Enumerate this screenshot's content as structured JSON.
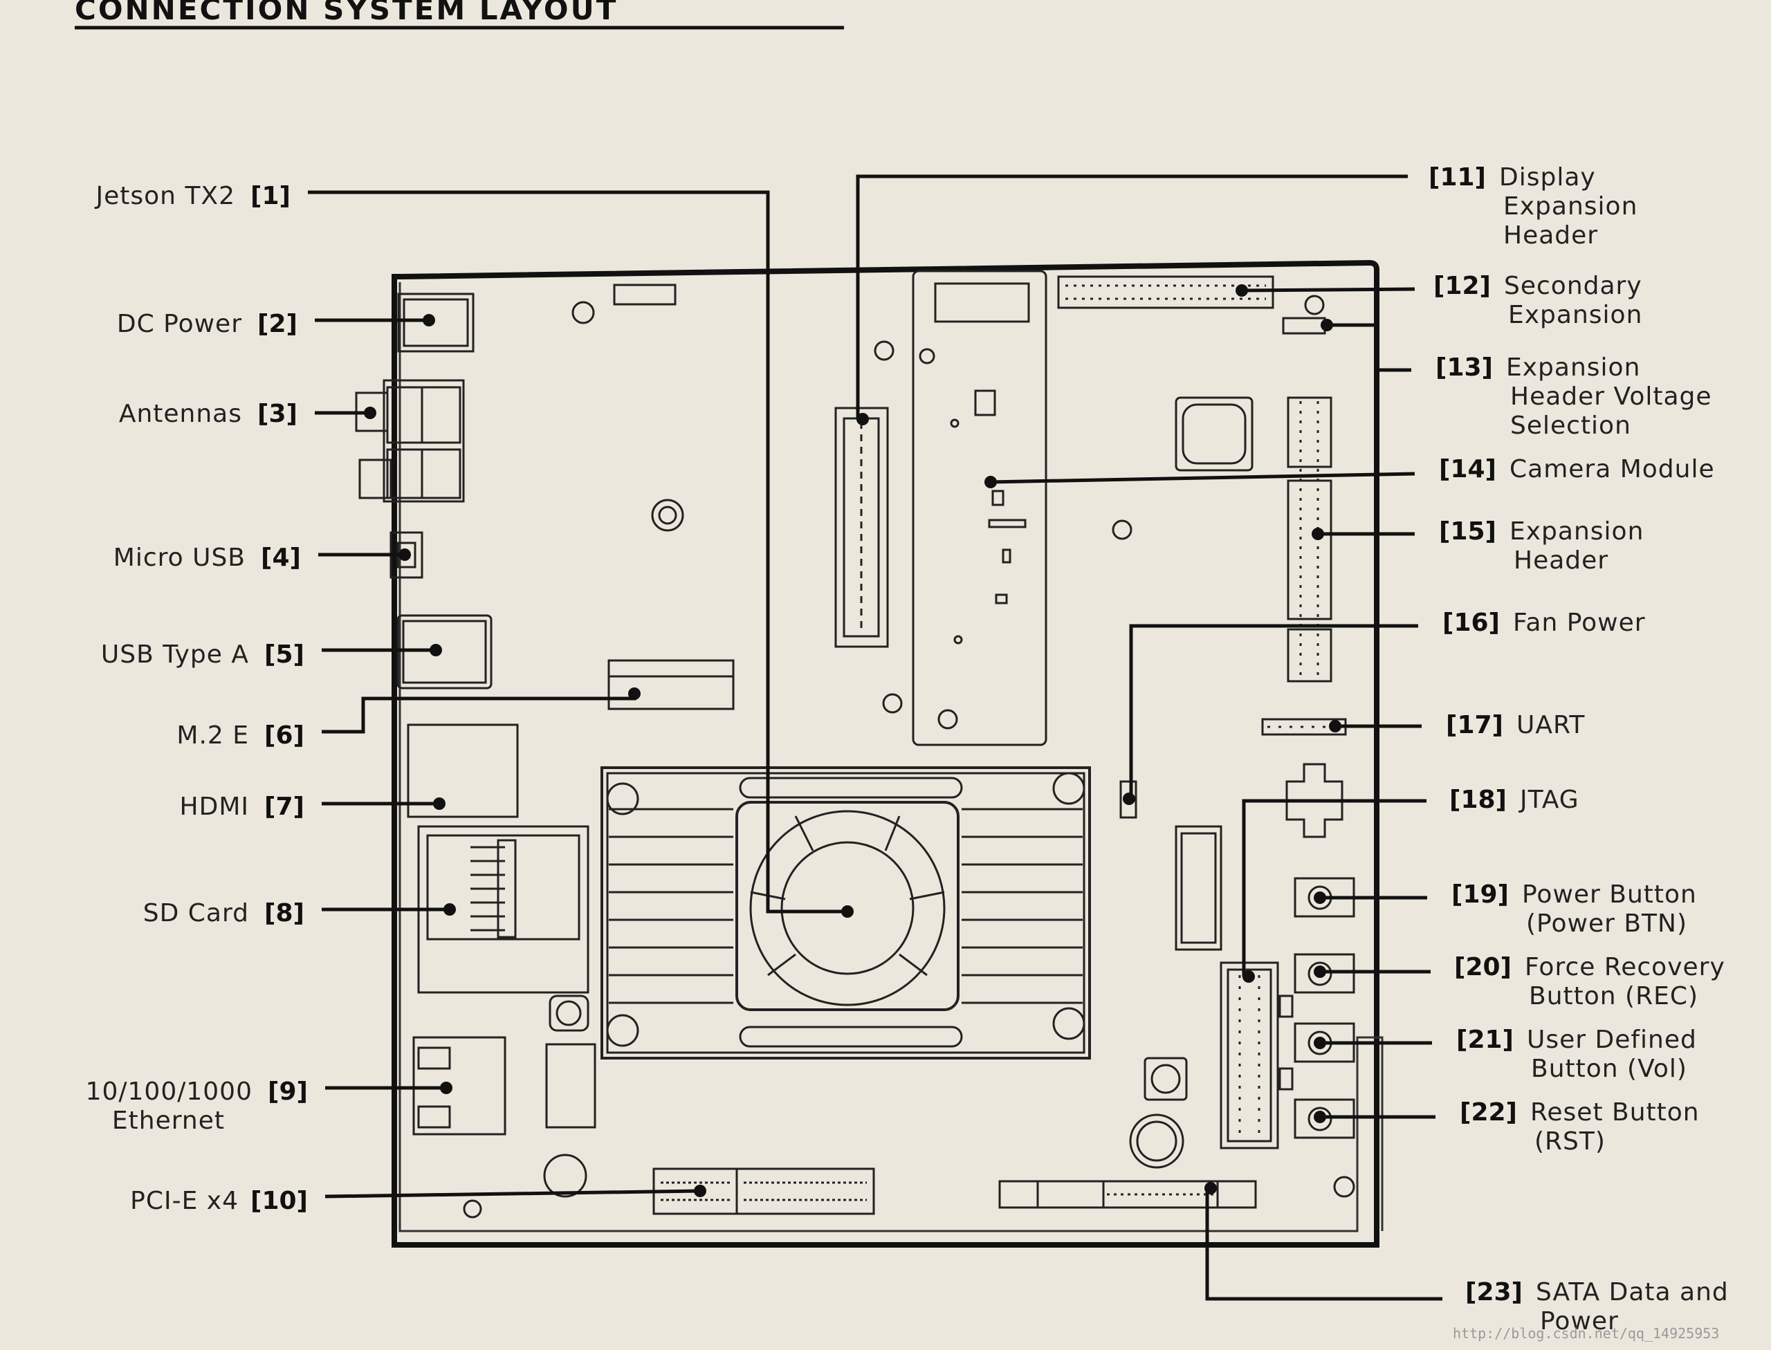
{
  "title": "CONNECTION SYSTEM LAYOUT",
  "watermark": "http://blog.csdn.net/qq_14925953",
  "colors": {
    "background": "#ece7dc",
    "ink": "#111111"
  },
  "callouts": [
    {
      "num": "[1]",
      "lines": [
        "Jetson TX2"
      ]
    },
    {
      "num": "[2]",
      "lines": [
        "DC Power"
      ]
    },
    {
      "num": "[3]",
      "lines": [
        "Antennas"
      ]
    },
    {
      "num": "[4]",
      "lines": [
        "Micro USB"
      ]
    },
    {
      "num": "[5]",
      "lines": [
        "USB Type A"
      ]
    },
    {
      "num": "[6]",
      "lines": [
        "M.2 E"
      ]
    },
    {
      "num": "[7]",
      "lines": [
        "HDMI"
      ]
    },
    {
      "num": "[8]",
      "lines": [
        "SD Card"
      ]
    },
    {
      "num": "[9]",
      "lines": [
        "10/100/1000",
        "Ethernet"
      ]
    },
    {
      "num": "[10]",
      "lines": [
        "PCI-E x4"
      ]
    },
    {
      "num": "[11]",
      "lines": [
        "Display",
        "Expansion",
        "Header"
      ]
    },
    {
      "num": "[12]",
      "lines": [
        "Secondary",
        "Expansion"
      ]
    },
    {
      "num": "[13]",
      "lines": [
        "Expansion",
        "Header Voltage",
        "Selection"
      ]
    },
    {
      "num": "[14]",
      "lines": [
        "Camera Module"
      ]
    },
    {
      "num": "[15]",
      "lines": [
        "Expansion",
        "Header"
      ]
    },
    {
      "num": "[16]",
      "lines": [
        "Fan Power"
      ]
    },
    {
      "num": "[17]",
      "lines": [
        "UART"
      ]
    },
    {
      "num": "[18]",
      "lines": [
        "JTAG"
      ]
    },
    {
      "num": "[19]",
      "lines": [
        "Power Button",
        "(Power BTN)"
      ]
    },
    {
      "num": "[20]",
      "lines": [
        "Force Recovery",
        "Button (REC)"
      ]
    },
    {
      "num": "[21]",
      "lines": [
        "User Defined",
        "Button (Vol)"
      ]
    },
    {
      "num": "[22]",
      "lines": [
        "Reset Button",
        "(RST)"
      ]
    },
    {
      "num": "[23]",
      "lines": [
        "SATA Data and",
        "Power"
      ]
    }
  ]
}
